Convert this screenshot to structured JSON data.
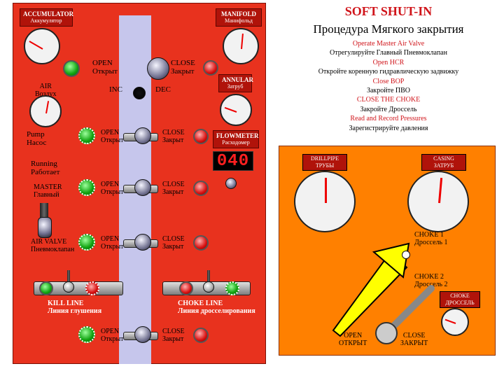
{
  "title": "SOFT SHUT-IN",
  "subtitle": "Процедура Мягкого закрытия",
  "instructions": [
    {
      "text": "Operate Master Air Valve",
      "color": "red"
    },
    {
      "text": "Отрегулируйте Главный Пневмоклапан",
      "color": "black"
    },
    {
      "text": "Open HCR",
      "color": "red"
    },
    {
      "text": "Откройте коренную гидравлическую задвижку",
      "color": "black"
    },
    {
      "text": "Close BOP",
      "color": "red"
    },
    {
      "text": "Закройте ПВО",
      "color": "black"
    },
    {
      "text": "CLOSE THE CHOKE",
      "color": "red"
    },
    {
      "text": "Закройте Дроссель",
      "color": "black"
    },
    {
      "text": "Read and Record Pressures",
      "color": "red"
    },
    {
      "text": "Зарегистрируйте давления",
      "color": "black"
    }
  ],
  "console": {
    "accumulator": {
      "en": "ACCUMULATOR",
      "ru": "Аккумулятор"
    },
    "manifold": {
      "en": "MANIFOLD",
      "ru": "Манифольд"
    },
    "annular": {
      "en": "ANNULAR",
      "ru": "Затруб"
    },
    "flowmeter": {
      "en": "FLOWMETER",
      "ru": "Расходомер"
    },
    "flowmeter_value": "040",
    "air": {
      "en": "AIR",
      "ru": "Воздух"
    },
    "pump": {
      "en": "Pump",
      "ru": "Насос"
    },
    "running": {
      "en": "Running",
      "ru": "Работает"
    },
    "master": {
      "en": "MASTER",
      "ru": "Главный"
    },
    "air_valve": {
      "en": "AIR VALVE",
      "ru": "Пневмоклапан"
    },
    "kill_line": {
      "en": "KILL LINE",
      "ru": "Линия глушения"
    },
    "choke_line": {
      "en": "CHOKE LINE",
      "ru": "Линия дросселирования"
    },
    "top_switch": {
      "open": "OPEN",
      "open_ru": "Открыт",
      "close": "CLOSE",
      "close_ru": "Закрыт"
    },
    "inc": "INC",
    "dec": "DEC",
    "valves": [
      {
        "open": "OPEN",
        "open_ru": "Открыт",
        "close": "CLOSE",
        "close_ru": "Закрыт"
      },
      {
        "open": "OPEN",
        "open_ru": "Открыт",
        "close": "CLOSE",
        "close_ru": "Закрыт"
      },
      {
        "open": "OPEN",
        "open_ru": "Открыт",
        "close": "CLOSE",
        "close_ru": "Закрыт"
      },
      {
        "open": "OPEN",
        "open_ru": "Открыт",
        "close": "CLOSE",
        "close_ru": "Закрыт"
      }
    ]
  },
  "choke_panel": {
    "drillpipe": {
      "en": "DRILLPIPE",
      "ru": "ТРУБЫ"
    },
    "casing": {
      "en": "CASING",
      "ru": "ЗАТРУБ"
    },
    "choke1": {
      "en": "CHOKE 1",
      "ru": "Дроссель 1"
    },
    "choke2": {
      "en": "CHOKE 2",
      "ru": "Дроссель 2"
    },
    "choke_label": {
      "en": "CHOKE",
      "ru": "ДРОССЕЛЬ"
    },
    "open": {
      "en": "OPEN",
      "ru": "ОТКРЫТ"
    },
    "close": {
      "en": "CLOSE",
      "ru": "ЗАКРЫТ"
    }
  },
  "colors": {
    "console": "#e8321e",
    "strip": "#c6c6ec",
    "panel": "#ff8000",
    "arrow": "#ffff00",
    "title": "#d0141a"
  }
}
